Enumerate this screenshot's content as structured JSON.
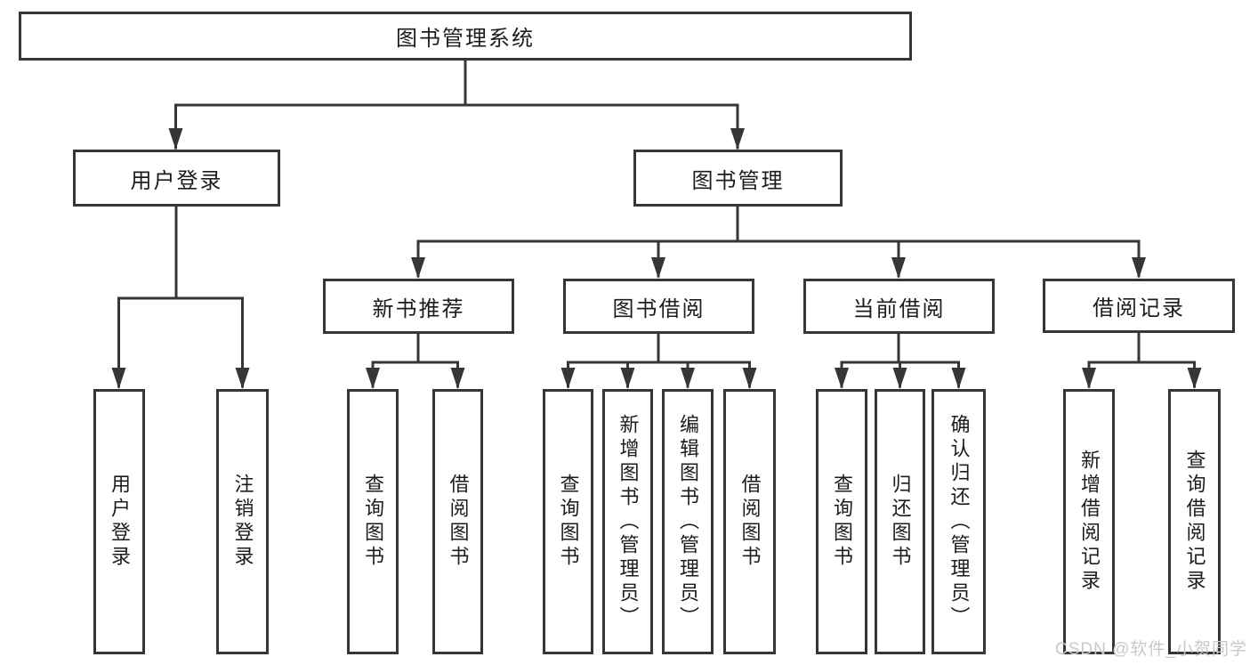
{
  "diagram": {
    "nodes": {
      "root": "图书管理系统",
      "user_login": "用户登录",
      "book_mgmt": "图书管理",
      "new_books": "新书推荐",
      "borrow": "图书借阅",
      "current": "当前借阅",
      "records": "借阅记录",
      "user_login_children": [
        "用户登录",
        "注销登录"
      ],
      "new_books_children": [
        "查询图书",
        "借阅图书"
      ],
      "borrow_children": [
        "查询图书",
        "新增图书（管理员）",
        "编辑图书（管理员）",
        "借阅图书"
      ],
      "current_children": [
        "查询图书",
        "归还图书",
        "确认归还（管理员）"
      ],
      "records_children": [
        "新增借阅记录",
        "查询借阅记录"
      ]
    },
    "colors": {
      "line": "#363636",
      "text": "#1c1c1c",
      "background": "#ffffff",
      "watermark": "#c8c8c8"
    }
  },
  "watermark": {
    "text": "CSDN @软件_小贺同学"
  }
}
